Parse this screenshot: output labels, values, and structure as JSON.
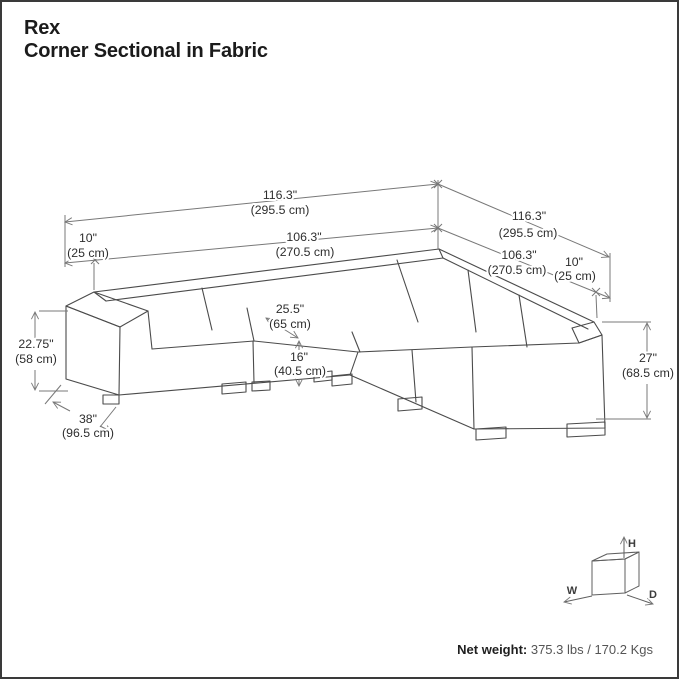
{
  "title": {
    "product": "Rex",
    "variant": "Corner Sectional in Fabric"
  },
  "dimensions": {
    "overall_width_top": {
      "inches": "116.3\"",
      "cm": "(295.5 cm)"
    },
    "interior_width_top": {
      "inches": "106.3\"",
      "cm": "(270.5 cm)"
    },
    "arm_width_left": {
      "inches": "10\"",
      "cm": "(25 cm)"
    },
    "overall_depth_right": {
      "inches": "116.3\"",
      "cm": "(295.5 cm)"
    },
    "interior_depth_right": {
      "inches": "106.3\"",
      "cm": "(270.5 cm)"
    },
    "arm_width_right": {
      "inches": "10\"",
      "cm": "(25 cm)"
    },
    "arm_height": {
      "inches": "22.75\"",
      "cm": "(58 cm)"
    },
    "seat_depth": {
      "inches": "25.5\"",
      "cm": "(65 cm)"
    },
    "seat_height": {
      "inches": "16\"",
      "cm": "(40.5 cm)"
    },
    "module_depth": {
      "inches": "38\"",
      "cm": "(96.5 cm)"
    },
    "overall_height": {
      "inches": "27\"",
      "cm": "(68.5 cm)"
    }
  },
  "axis_cube": {
    "width_label": "W",
    "height_label": "H",
    "depth_label": "D"
  },
  "footer": {
    "net_weight_label": "Net weight:",
    "net_weight_value": " 375.3 lbs / 170.2 Kgs"
  },
  "colors": {
    "sofa_line": "#4b4b4b",
    "dimension_line": "#787878",
    "text": "#2e2e2e",
    "title_text": "#1b1b1b",
    "border": "#3a3a3a",
    "background": "#ffffff"
  }
}
